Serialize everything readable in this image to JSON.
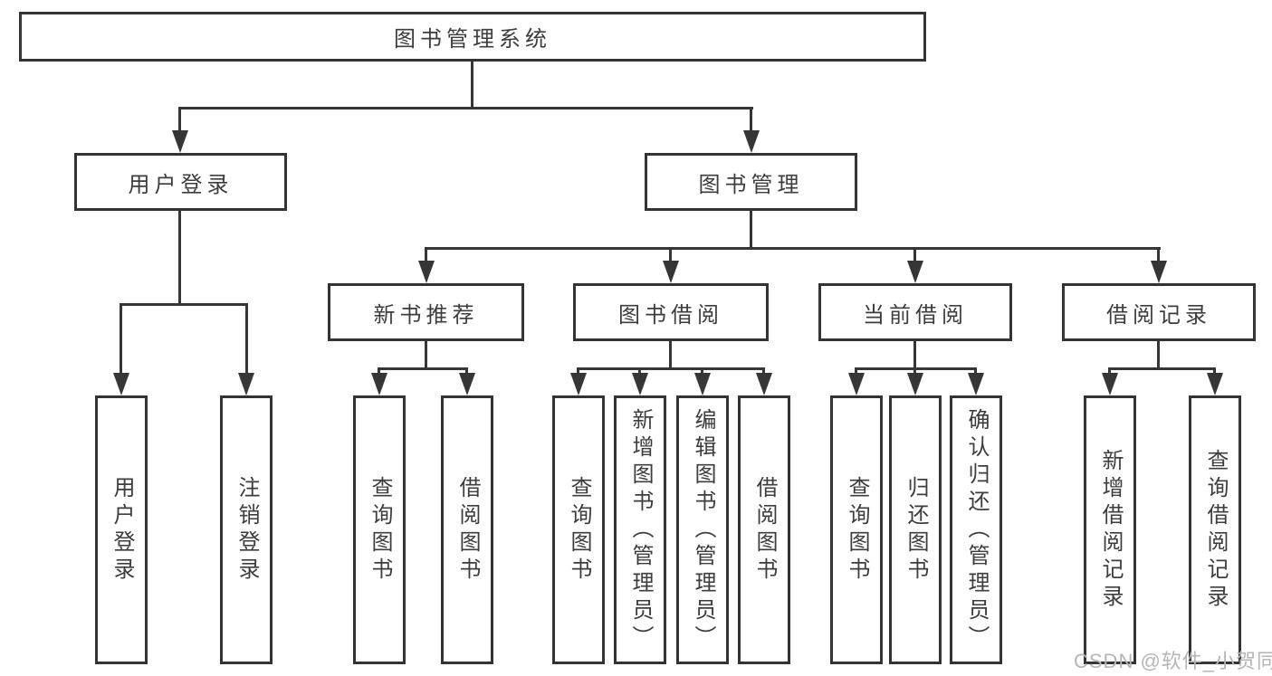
{
  "colors": {
    "line": "#363636",
    "box_border": "#333333",
    "text": "#3d3d3d",
    "watermark_text": "#b5b5b5",
    "background": "#ffffff"
  },
  "diagram": {
    "type": "hierarchy-tree",
    "root": {
      "label": "图书管理系统"
    },
    "branches": [
      {
        "label": "用户登录",
        "children": [
          {
            "label": "用户登录"
          },
          {
            "label": "注销登录"
          }
        ]
      },
      {
        "label": "图书管理",
        "groups": [
          {
            "label": "新书推荐",
            "children": [
              {
                "label": "查询图书"
              },
              {
                "label": "借阅图书"
              }
            ]
          },
          {
            "label": "图书借阅",
            "children": [
              {
                "label": "查询图书"
              },
              {
                "label": "新增图书（管理员）"
              },
              {
                "label": "编辑图书（管理员）"
              },
              {
                "label": "借阅图书"
              }
            ]
          },
          {
            "label": "当前借阅",
            "children": [
              {
                "label": "查询图书"
              },
              {
                "label": "归还图书"
              },
              {
                "label": "确认归还（管理员）"
              }
            ]
          },
          {
            "label": "借阅记录",
            "children": [
              {
                "label": "新增借阅记录"
              },
              {
                "label": "查询借阅记录"
              }
            ]
          }
        ]
      }
    ]
  },
  "watermark": {
    "text": "CSDN @软件_小贺同学"
  }
}
